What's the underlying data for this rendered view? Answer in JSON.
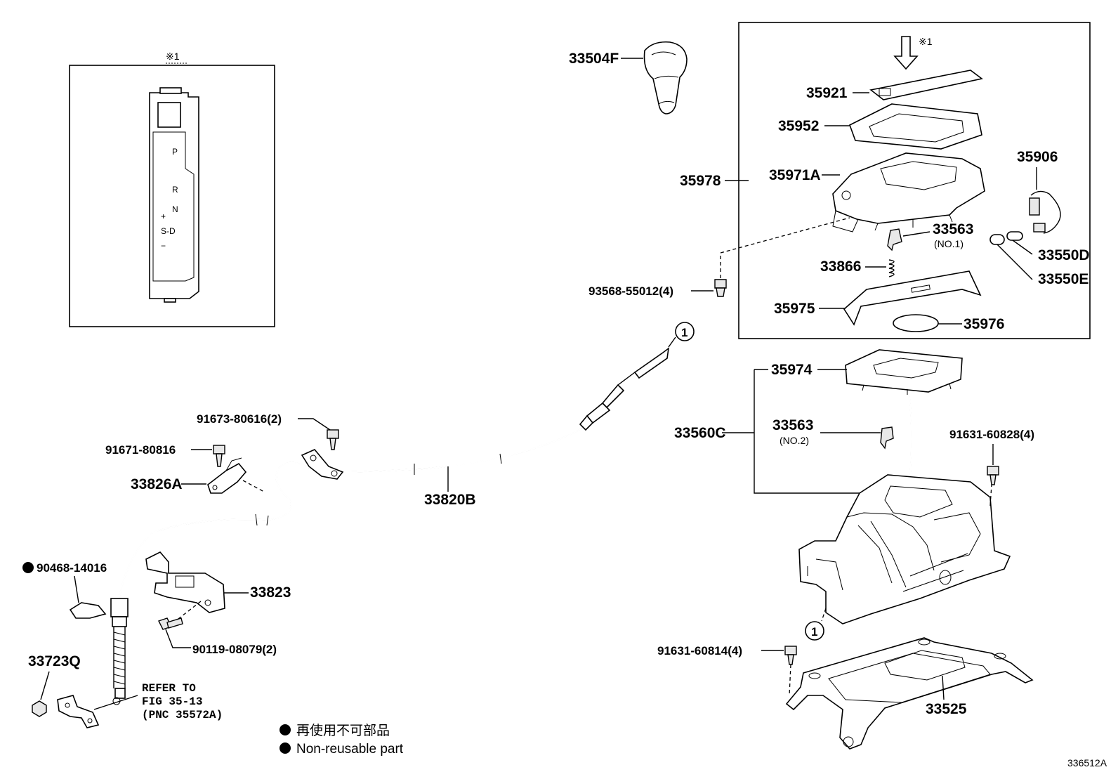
{
  "labels": {
    "p33504F": "33504F",
    "p35921": "35921",
    "p35952": "35952",
    "p35978": "35978",
    "p35971A": "35971A",
    "p35906": "35906",
    "p33563_1": "33563",
    "p33563_1_note": "(NO.1)",
    "p33550D": "33550D",
    "p33550E": "33550E",
    "p33866": "33866",
    "p93568": "93568-55012(4)",
    "p35975": "35975",
    "p35976": "35976",
    "p35974": "35974",
    "p33560C": "33560C",
    "p33563_2": "33563",
    "p33563_2_note": "(NO.2)",
    "p91631_828": "91631-60828(4)",
    "p91673": "91673-80616(2)",
    "p91671": "91671-80816",
    "p33826A": "33826A",
    "p33820B": "33820B",
    "p90468": "90468-14016",
    "p33823": "33823",
    "p90119": "90119-08079(2)",
    "p33723Q": "33723Q",
    "refer1": "REFER TO",
    "refer2": "FIG 35-13",
    "refer3": "(PNC 35572A)",
    "p91631_814": "91631-60814(4)",
    "p33525": "33525"
  },
  "callouts": {
    "circle_top": "1",
    "circle_bottom": "1"
  },
  "inset": {
    "mark": "※1",
    "detail_mark": "※1",
    "gate": [
      "P",
      "R",
      "N",
      "+",
      "S-D",
      "−"
    ]
  },
  "legend": {
    "jp": "再使用不可部品",
    "en": "Non-reusable part"
  },
  "diagram_id": "336512A",
  "icons": {
    "non_reusable": "filled-circle-icon"
  }
}
